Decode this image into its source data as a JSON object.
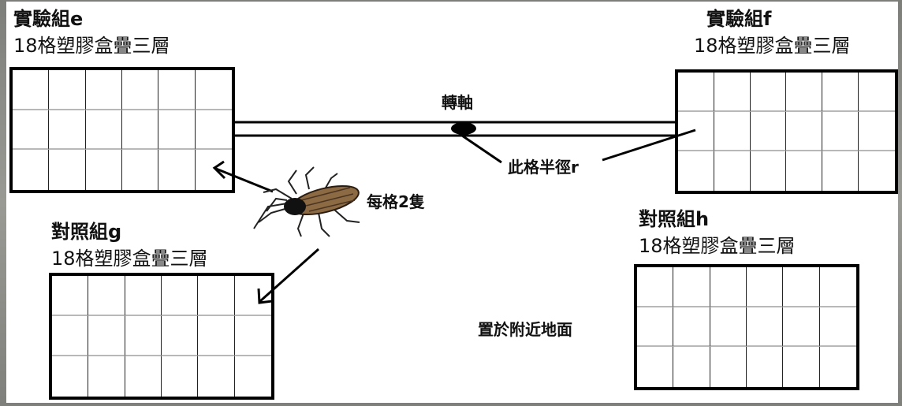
{
  "boxes": {
    "e": {
      "title": "實驗組e",
      "desc": "18格塑膠盒疊三層",
      "rows": 3,
      "cols": 6
    },
    "f": {
      "title": "實驗組f",
      "desc": "18格塑膠盒疊三層",
      "rows": 3,
      "cols": 6
    },
    "g": {
      "title": "對照組g",
      "desc": "18格塑膠盒疊三層",
      "rows": 3,
      "cols": 6
    },
    "h": {
      "title": "對照組h",
      "desc": "18格塑膠盒疊三層",
      "rows": 3,
      "cols": 6
    }
  },
  "labels": {
    "pivot": "轉軸",
    "radius": "此格半徑r",
    "per_cell": "每格2隻",
    "ground": "置於附近地面"
  },
  "icons": {
    "insect": "cockroach-icon"
  }
}
